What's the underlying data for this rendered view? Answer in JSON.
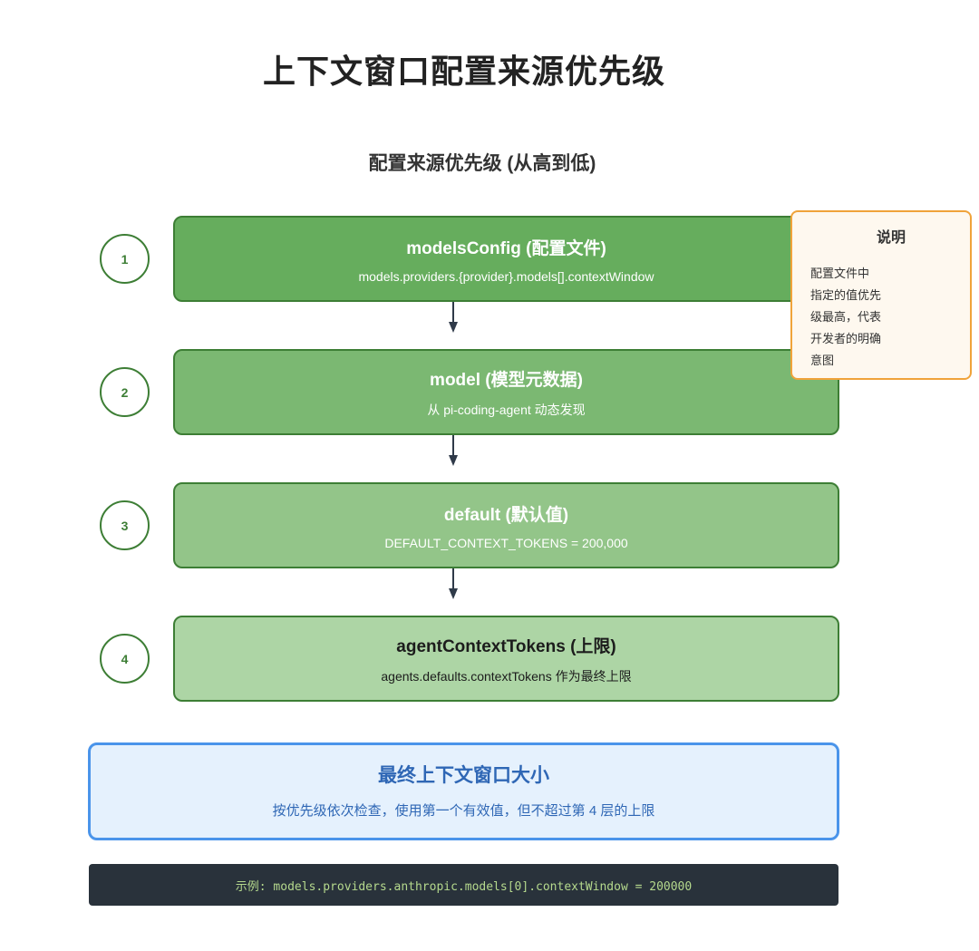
{
  "title": "上下文窗口配置来源优先级",
  "subtitle": "配置来源优先级 (从高到低)",
  "levels": [
    {
      "number": "1",
      "title": "modelsConfig (配置文件)",
      "detail": "models.providers.{provider}.models[].contextWindow",
      "color": "#66ad5d"
    },
    {
      "number": "2",
      "title": "model (模型元数据)",
      "detail": "从 pi-coding-agent 动态发现",
      "color": "#7bb872"
    },
    {
      "number": "3",
      "title": "default (默认值)",
      "detail": "DEFAULT_CONTEXT_TOKENS = 200,000",
      "color": "#93c589"
    },
    {
      "number": "4",
      "title": "agentContextTokens (上限)",
      "detail": "agents.defaults.contextTokens 作为最终上限",
      "color": "#add5a5"
    }
  ],
  "note": {
    "title": "说明",
    "lines": [
      "配置文件中",
      "指定的值优先",
      "级最高，代表",
      "开发者的明确",
      "意图"
    ]
  },
  "final": {
    "title": "最终上下文窗口大小",
    "description": "按优先级依次检查，使用第一个有效值，但不超过第 4 层的上限"
  },
  "example": "示例: models.providers.anthropic.models[0].contextWindow = 200000",
  "colors": {
    "border_green": "#3d7e35",
    "note_border": "#f0a33a",
    "final_border": "#4a94ea",
    "final_text": "#2f67b5",
    "code_bg": "#29323b",
    "code_text": "#b5d98d"
  }
}
